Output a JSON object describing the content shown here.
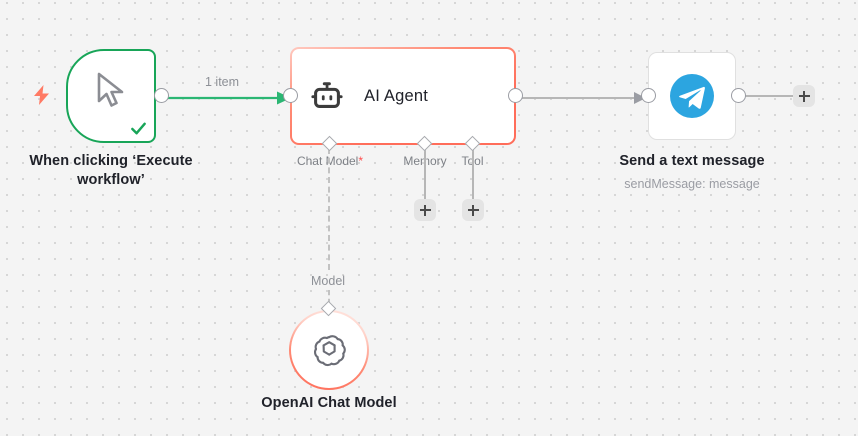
{
  "canvas": {
    "background_color": "#f4f4f4",
    "dot_color": "#d6d6d6"
  },
  "nodes": [
    {
      "id": "trigger",
      "title": "When clicking ‘Execute workflow’",
      "icon": "cursor-pointer-icon",
      "badge_icon": "lightning-bolt-icon",
      "status_icon": "check-icon",
      "border_color": "#18a558"
    },
    {
      "id": "ai-agent",
      "title": "AI Agent",
      "icon": "robot-icon",
      "border_color": "#ff6d5a",
      "sockets": [
        {
          "id": "chat-model",
          "label": "Chat Model",
          "required": true,
          "required_marker": "*",
          "has_plus": false
        },
        {
          "id": "memory",
          "label": "Memory",
          "required": false,
          "required_marker": "",
          "has_plus": true
        },
        {
          "id": "tool",
          "label": "Tool",
          "required": false,
          "required_marker": "",
          "has_plus": true
        }
      ]
    },
    {
      "id": "telegram",
      "title": "Send a text message",
      "subtitle": "sendMessage: message",
      "icon": "telegram-icon",
      "icon_color": "#2CA5E0"
    },
    {
      "id": "openai",
      "title": "OpenAI Chat Model",
      "icon": "openai-logo-icon",
      "border_color": "#ff6d5a",
      "socket_label": "Model"
    }
  ],
  "connections": [
    {
      "id": "trigger-to-agent",
      "label": "1 item",
      "color": "#2bb673",
      "style": "solid"
    },
    {
      "id": "agent-to-telegram",
      "label": "",
      "color": "#b6b6b6",
      "style": "solid"
    },
    {
      "id": "telegram-to-plus",
      "label": "",
      "color": "#b6b6b6",
      "style": "solid"
    },
    {
      "id": "chatmodel-to-openai",
      "label": "Model",
      "color": "#c2c2c2",
      "style": "dashed"
    }
  ],
  "buttons": {
    "add_memory_label": "+",
    "add_tool_label": "+",
    "add_next_node_label": "+"
  }
}
